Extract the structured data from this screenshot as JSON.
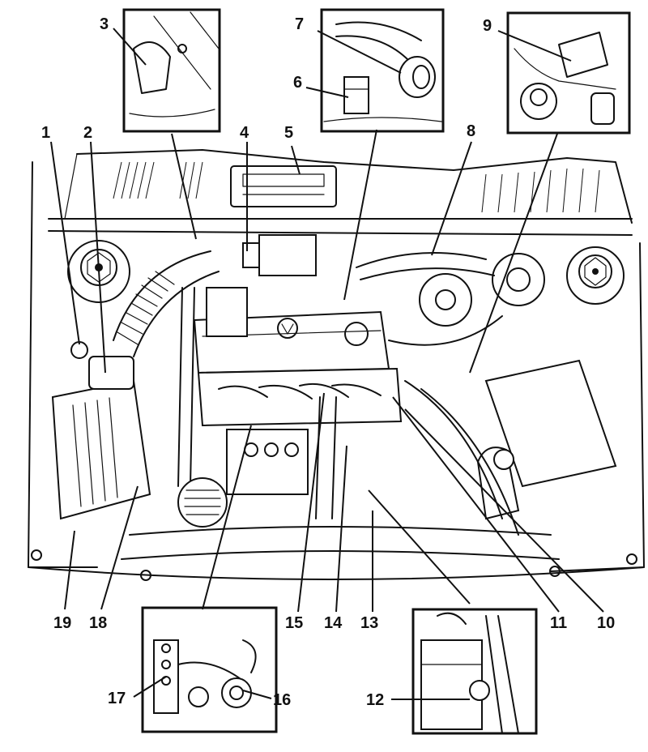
{
  "callouts": [
    {
      "id": "c1",
      "label": "1"
    },
    {
      "id": "c2",
      "label": "2"
    },
    {
      "id": "c3",
      "label": "3"
    },
    {
      "id": "c4",
      "label": "4"
    },
    {
      "id": "c5",
      "label": "5"
    },
    {
      "id": "c6",
      "label": "6"
    },
    {
      "id": "c7",
      "label": "7"
    },
    {
      "id": "c8",
      "label": "8"
    },
    {
      "id": "c9",
      "label": "9"
    },
    {
      "id": "c10",
      "label": "10"
    },
    {
      "id": "c11",
      "label": "11"
    },
    {
      "id": "c12",
      "label": "12"
    },
    {
      "id": "c13",
      "label": "13"
    },
    {
      "id": "c14",
      "label": "14"
    },
    {
      "id": "c15",
      "label": "15"
    },
    {
      "id": "c16",
      "label": "16"
    },
    {
      "id": "c17",
      "label": "17"
    },
    {
      "id": "c18",
      "label": "18"
    },
    {
      "id": "c19",
      "label": "19"
    }
  ],
  "colors": {
    "ink": "#111111",
    "paper": "#ffffff"
  }
}
